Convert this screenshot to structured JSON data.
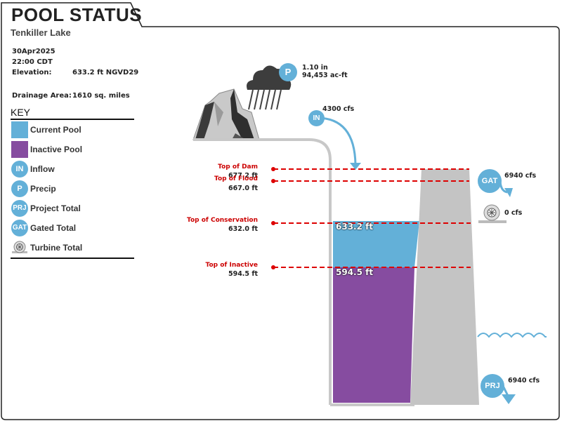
{
  "header": {
    "title": "POOL STATUS",
    "lake": "Tenkiller Lake"
  },
  "info": {
    "date": "30Apr2025",
    "time": "22:00 CDT",
    "elevation_label": "Elevation:",
    "elevation_value": "633.2 ft NGVD29",
    "drainage_label": "Drainage Area:",
    "drainage_value": "1610 sq. miles"
  },
  "key": {
    "title": "KEY",
    "items": [
      {
        "label": "Current Pool",
        "icon": "current-pool-swatch",
        "color": "#63b0d8"
      },
      {
        "label": "Inactive Pool",
        "icon": "inactive-pool-swatch",
        "color": "#864ca0"
      },
      {
        "label": "Inflow",
        "icon": "inflow-icon",
        "badge": "IN"
      },
      {
        "label": "Precip",
        "icon": "precip-icon",
        "badge": "P"
      },
      {
        "label": "Project Total",
        "icon": "project-total-icon",
        "badge": "PRJ"
      },
      {
        "label": "Gated Total",
        "icon": "gated-total-icon",
        "badge": "GAT"
      },
      {
        "label": "Turbine Total",
        "icon": "turbine-icon"
      }
    ]
  },
  "levels": {
    "dam": {
      "name": "Top of Dam",
      "value": "677.2 ft"
    },
    "flood": {
      "name": "Top of Flood",
      "value": "667.0 ft"
    },
    "conservation": {
      "name": "Top of Conservation",
      "value": "632.0 ft"
    },
    "inactive": {
      "name": "Top of Inactive",
      "value": "594.5 ft"
    }
  },
  "pool": {
    "current": "633.2 ft",
    "inactive": "594.5 ft"
  },
  "precip": {
    "badge": "P",
    "depth": "1.10 in",
    "volume": "94,453 ac-ft"
  },
  "inflow": {
    "badge": "IN",
    "value": "4300 cfs"
  },
  "gated": {
    "badge": "GAT",
    "value": "6940 cfs"
  },
  "turbine": {
    "value": "0 cfs"
  },
  "project": {
    "badge": "PRJ",
    "value": "6940 cfs"
  },
  "colors": {
    "current_pool": "#63b0d8",
    "inactive_pool": "#864ca0",
    "level_line": "#dd0000",
    "dam": "#c4c4c4",
    "badge": "#63b0d8"
  }
}
